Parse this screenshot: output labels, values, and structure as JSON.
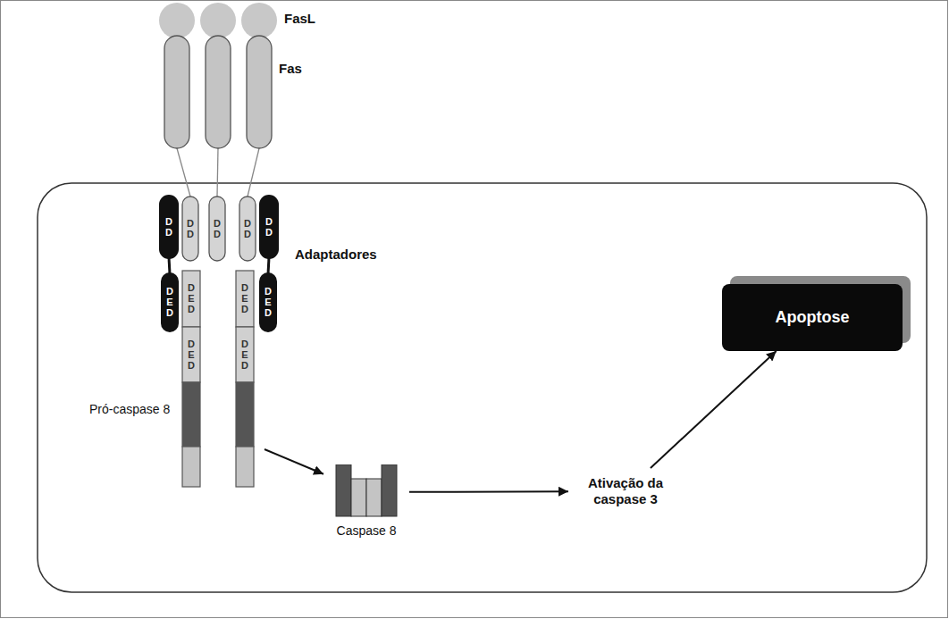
{
  "diagram": {
    "nodes": [
      {
        "text": [
          "Pró-caspase 8"
        ]
      },
      {
        "text": [
          "Caspase 8"
        ]
      },
      {
        "text": [
          "Ativação da caspase 3"
        ]
      },
      {
        "text": [
          "Apoptose"
        ]
      }
    ],
    "edges": [
      {
        "from": 0,
        "to": 1,
        "arrow": "to"
      },
      {
        "from": 1,
        "to": 2,
        "arrow": "to"
      },
      {
        "from": 2,
        "to": 3,
        "arrow": "to"
      }
    ],
    "labels": [
      "FasL",
      "Fas",
      "D D",
      "D D",
      "D D",
      "D D",
      "D D",
      "Adaptadores",
      "D E D",
      "D E D",
      "D E D",
      "D E D",
      "D E D",
      "D E D"
    ]
  }
}
